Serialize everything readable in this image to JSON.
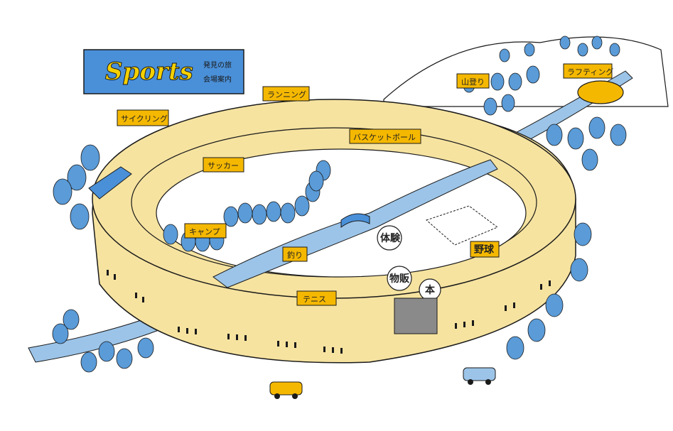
{
  "brand": {
    "title": "Sports",
    "subtitle_line1": "発見の旅",
    "subtitle_line2": "会場案内"
  },
  "areas": {
    "cycling": "サイクリング",
    "running": "ランニング",
    "basketball": "バスケットボール",
    "soccer": "サッカー",
    "camp": "キャンプ",
    "fishing": "釣り",
    "tennis": "テニス",
    "baseball": "野球",
    "hiking": "山登り",
    "rafting": "ラフティング"
  },
  "bubbles": {
    "experience": "体験",
    "goods": "物販",
    "books": "本"
  },
  "colors": {
    "stadium_yellow": "#f6e3a0",
    "label_yellow": "#f5b800",
    "tree_blue": "#5a9bd8",
    "river_blue": "#9cc4e8",
    "brand_blue": "#4a90d9",
    "outline": "#1a1a1a"
  }
}
